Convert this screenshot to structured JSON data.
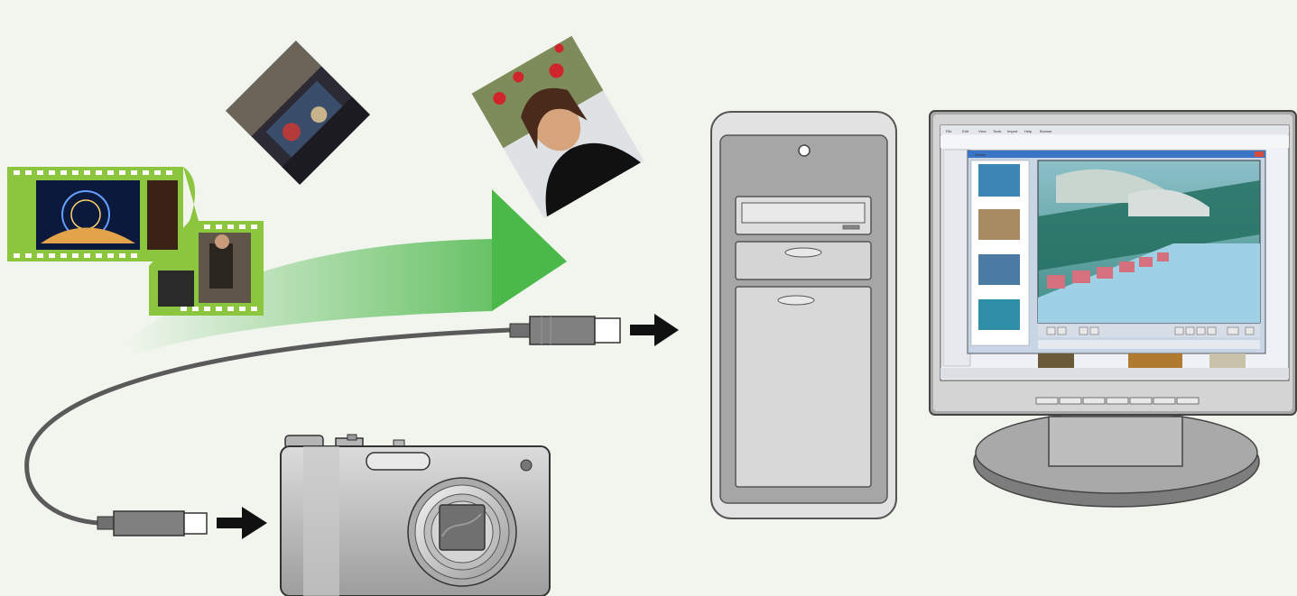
{
  "scene": {
    "background": "#f1f5ee",
    "accent_green": "#4bb84a",
    "film_green": "#8cc63f"
  },
  "icons": [
    "camera-icon",
    "usb-cable-icon",
    "film-strip-icon",
    "photo-icon",
    "tower-pc-icon",
    "monitor-icon",
    "arrow-right-icon"
  ],
  "monitor_app": {
    "menu": [
      "File",
      "Edit",
      "View",
      "Tools",
      "Import",
      "Help",
      "Browse"
    ],
    "window_title": "Viewer"
  }
}
